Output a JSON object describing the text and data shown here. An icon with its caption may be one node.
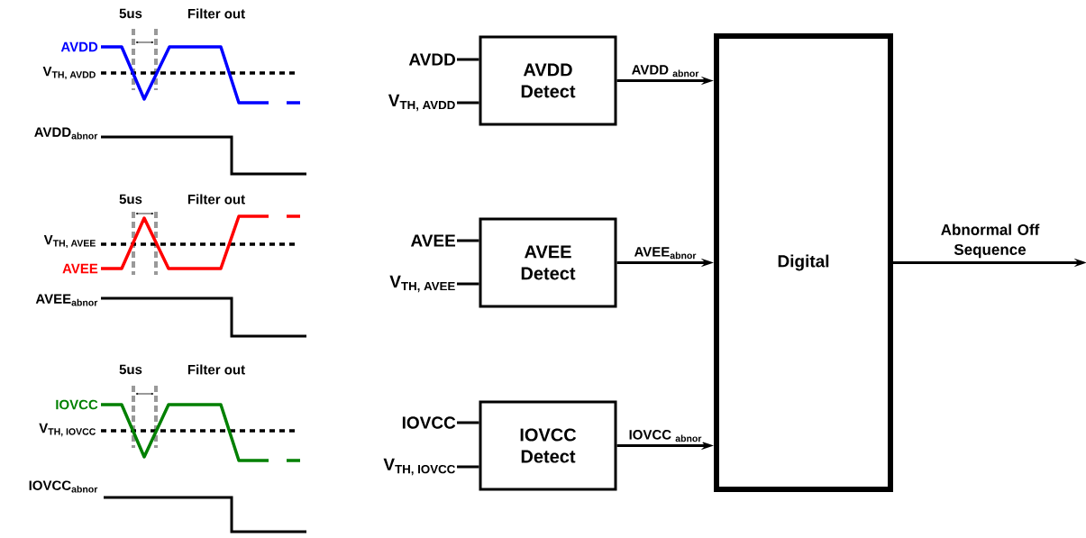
{
  "diagram": {
    "nodes": [
      {
        "text": [
          "AVDD"
        ]
      },
      {
        "text": [
          "\\textbf{V}_{\\textbf{TH, AVDD}}"
        ]
      },
      {
        "text": [
          "AVDD Detect"
        ]
      },
      {
        "text": [
          "AVEE"
        ]
      },
      {
        "text": [
          "\\textbf{V}_{\\textbf{TH, AVEE}}"
        ]
      },
      {
        "text": [
          "AVEE Detect"
        ]
      },
      {
        "text": [
          "IOVCC"
        ]
      },
      {
        "text": [
          "\\textbf{V}_{\\textbf{TH, IOVCC}}"
        ]
      },
      {
        "text": [
          "IOVCC Detect"
        ]
      },
      {
        "text": [
          "Digital"
        ]
      }
    ],
    "edges": [
      {
        "from": 0,
        "to": 2,
        "arrow": "none"
      },
      {
        "from": 1,
        "to": 2,
        "arrow": "none"
      },
      {
        "from": 2,
        "to": 9,
        "arrow": "to",
        "label": "AVDD $_{abnor}$"
      },
      {
        "from": 3,
        "to": 5,
        "arrow": "none"
      },
      {
        "from": 4,
        "to": 5,
        "arrow": "none"
      },
      {
        "from": 5,
        "to": 9,
        "arrow": "to",
        "label": "AVEE$_{abnor}$"
      },
      {
        "from": 6,
        "to": 8,
        "arrow": "none"
      },
      {
        "from": 7,
        "to": 8,
        "arrow": "none"
      },
      {
        "from": 8,
        "to": 9,
        "arrow": "to",
        "label": "IOVCC $_{abnor}$"
      },
      {
        "from": 9,
        "to": null,
        "arrow": "to",
        "label": "Abnormal Off Sequence"
      }
    ],
    "labels": [
      "5us",
      "Filter out",
      "AVDD",
      "\\textbf{V}_{\\textbf{TH, AVDD}}",
      "AVDD$_{abnor}$",
      "5us",
      "Filter out",
      "\\textbf{V}_{\\textbf{TH, AVEE}}",
      "AVEE",
      "AVEE$_{abnor}$",
      "5us",
      "Filter out",
      "IOVCC",
      "\\textbf{V}_{\\textbf{TH, IOVCC}}",
      "IOVCC$_{abnor}$"
    ]
  }
}
